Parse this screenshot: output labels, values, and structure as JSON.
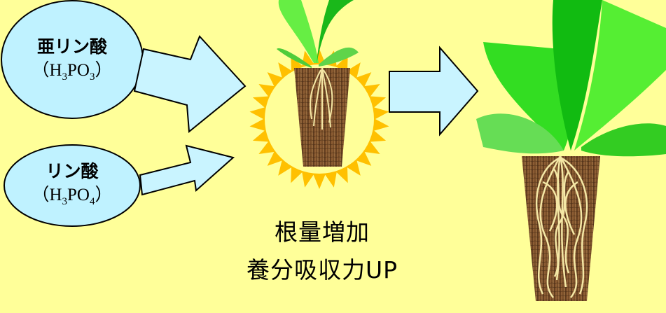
{
  "colors": {
    "background": "#ffff99",
    "oval_fill": "#bff2ff",
    "arrow_fill": "#c9f4ff",
    "burst": "#ffc000",
    "leaf": "#22dd22",
    "pot": "#7a4a22",
    "root": "#f4e7a5"
  },
  "phosphorous_acid": {
    "name": "亜リン酸",
    "formula_prefix": "（H",
    "sub1": "3",
    "formula_mid": "PO",
    "sub2": "3",
    "formula_suffix": "）"
  },
  "phosphoric_acid": {
    "name": "リン酸",
    "formula_prefix": "（H",
    "sub1": "3",
    "formula_mid": "PO",
    "sub2": "4",
    "formula_suffix": "）"
  },
  "caption": {
    "line1": "根量増加",
    "line2": "養分吸収力UP"
  }
}
